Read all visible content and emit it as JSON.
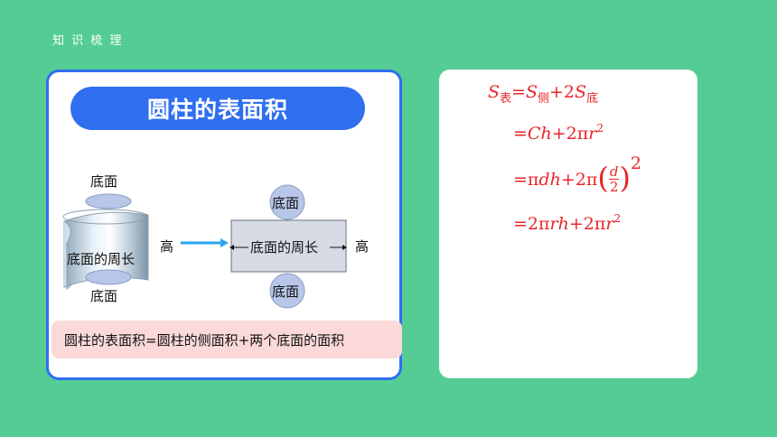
{
  "section_label": "知 识 梳 理",
  "left_panel": {
    "title": "圆柱的表面积",
    "cylinder": {
      "top_label": "底面",
      "side_label": "底面的周长",
      "bottom_label": "底面"
    },
    "unfolded": {
      "height_left": "高",
      "top_circle": "底面",
      "rect_label": "底面的周长",
      "height_right": "高",
      "bottom_circle": "底面"
    },
    "summary": "圆柱的表面积=圆柱的侧面积+两个底面的面积"
  },
  "right_panel": {
    "line1": {
      "s": "S",
      "sub_total": "表",
      "eq": "=",
      "s2": "S",
      "sub_side": "侧",
      "plus": "+2",
      "s3": "S",
      "sub_base": "底"
    },
    "line2": {
      "eq": "=",
      "C": "C",
      "h": "h",
      "rest": "+2π",
      "r": "r",
      "exp": "2"
    },
    "line3": {
      "eq": "=π",
      "d": "d",
      "h": "h",
      "mid": "+2π",
      "num": "d",
      "den": "2",
      "exp": "2"
    },
    "line4": {
      "eq": "=2π",
      "r": "r",
      "h": "h",
      "mid": "+2π",
      "r2": "r",
      "exp": "2"
    }
  },
  "colors": {
    "background": "#55cc93",
    "accent_blue": "#2f6ff0",
    "formula_red": "#e8252a",
    "summary_pink": "#fbd9d9"
  }
}
